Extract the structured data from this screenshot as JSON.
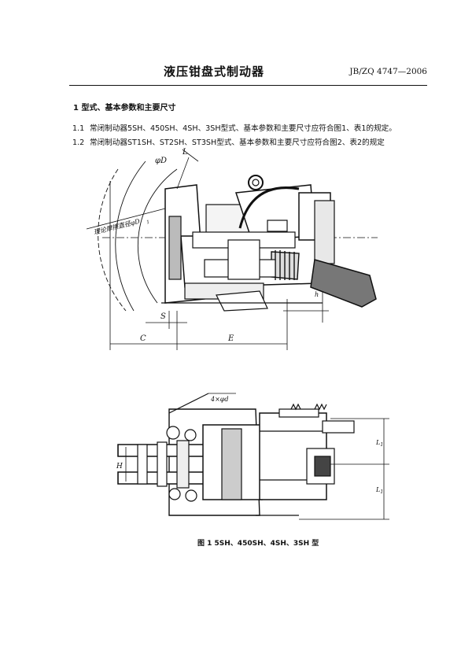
{
  "header": {
    "title": "液压钳盘式制动器",
    "standard_no": "JB/ZQ 4747—2006"
  },
  "section": {
    "heading": "1   型式、基本参数和主要尺寸"
  },
  "paragraphs": [
    {
      "num": "1.1",
      "text": "常闭制动器5SH、450SH、4SH、3SH型式、基本参数和主要尺寸应符合图1、表1的规定。"
    },
    {
      "num": "1.2",
      "text": "常闭制动器ST1SH、ST2SH、ST3SH型式、基本参数和主要尺寸应符合图2、表2的规定"
    }
  ],
  "figure1": {
    "labels": {
      "phiD": "φD",
      "L": "L",
      "theory_label": "理论摩擦直径φD",
      "theory_sub": "1",
      "S": "S",
      "C": "C",
      "E": "E",
      "h": "h",
      "hole": "4×φd",
      "H": "H",
      "L1": "L",
      "L1_sub": "1"
    },
    "caption": "图 1   5SH、450SH、4SH、3SH 型"
  }
}
